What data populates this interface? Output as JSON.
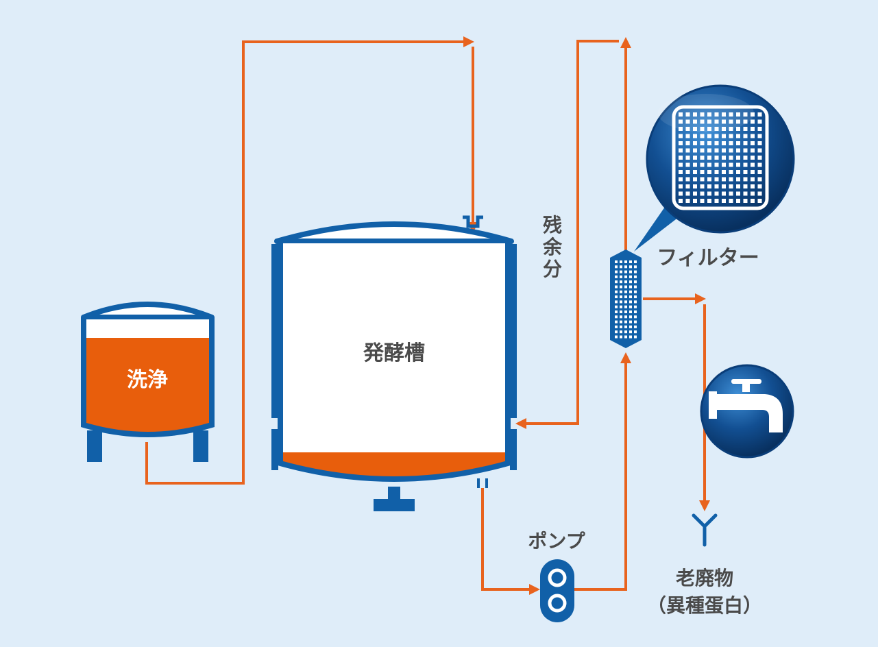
{
  "colors": {
    "background": "#dfedf9",
    "vessel_blue": "#1160a8",
    "liquid_orange": "#e85e0c",
    "pipe_orange": "#e8631e",
    "label_gray": "#4a4a4a"
  },
  "labels": {
    "wash_tank": "洗浄",
    "fermenter": "発酵槽",
    "residual": [
      "残",
      "余",
      "分"
    ],
    "filter": "フィルター",
    "pump": "ポンプ",
    "waste": "老廃物",
    "waste_detail": "（異種蛋白）"
  },
  "icons": {
    "filter_zoom": "filter-mesh-icon",
    "faucet": "faucet-icon",
    "waste_outlet": "outlet-y-icon"
  }
}
